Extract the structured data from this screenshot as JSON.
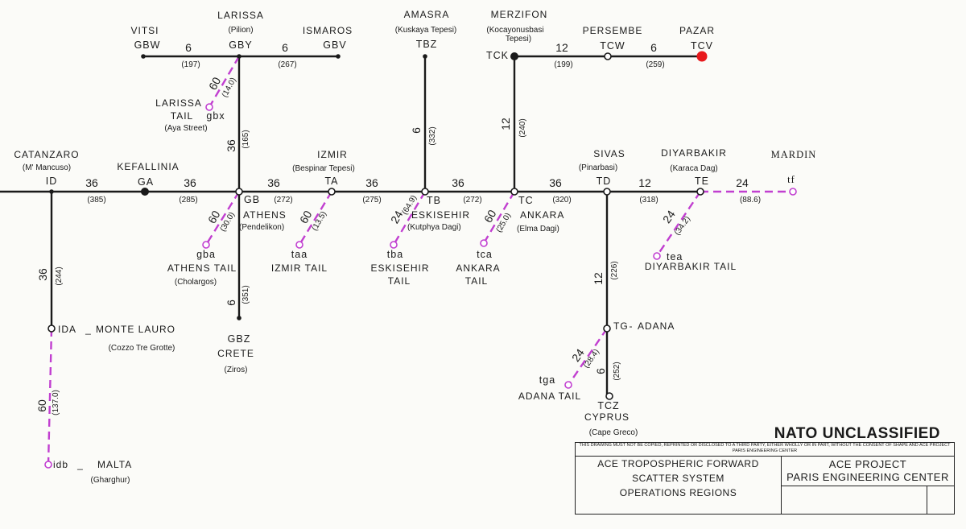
{
  "colors": {
    "trunk": "#1a1a1a",
    "tail": "#c13fd0",
    "highlight": "#e8191c"
  },
  "nodes": {
    "vitsi": {
      "name": "VITSI",
      "code": "GBW"
    },
    "larissa": {
      "name": "LARISSA",
      "sub": "(Pilion)",
      "code": "GBY"
    },
    "ismaros": {
      "name": "ISMAROS",
      "code": "GBV"
    },
    "amasra": {
      "name": "AMASRA",
      "sub": "(Kuskaya Tepesi)",
      "code": "TBZ"
    },
    "merzifon": {
      "name": "MERZIFON",
      "sub": "(Kocayonusbasi",
      "sub2": "Tepesi)",
      "code": "TCK"
    },
    "persembe": {
      "name": "PERSEMBE",
      "code": "TCW"
    },
    "pazar": {
      "name": "PAZAR",
      "code": "TCV"
    },
    "catanzaro": {
      "name": "CATANZARO",
      "sub": "(M' Mancuso)",
      "code": "ID"
    },
    "kefallinia": {
      "name": "KEFALLINIA",
      "code": "GA"
    },
    "athens": {
      "code": "GB",
      "name": "ATHENS",
      "sub": "(Pendelikon)"
    },
    "izmir": {
      "name": "IZMIR",
      "sub": "(Bespinar Tepesi)",
      "code": "TA"
    },
    "eskisehir": {
      "code": "TB",
      "name": "ESKISEHIR",
      "sub": "(Kutphya Dagi)"
    },
    "ankara": {
      "code": "TC",
      "name": "ANKARA",
      "sub": "(Elma Dagi)"
    },
    "sivas": {
      "name": "SIVAS",
      "sub": "(Pinarbasi)",
      "code": "TD"
    },
    "diyarbakir": {
      "name": "DIYARBAKIR",
      "sub": "(Karaca Dag)",
      "code": "TE"
    },
    "mardin": {
      "name": "MARDIN",
      "code": "tf"
    },
    "larissa_tail": {
      "line1": "LARISSA",
      "line2": "TAIL",
      "code": "gbx",
      "sub": "(Aya Street)"
    },
    "athens_tail": {
      "code": "gba",
      "name": "ATHENS TAIL",
      "sub": "(Cholargos)"
    },
    "izmir_tail": {
      "code": "taa",
      "name": "IZMIR TAIL"
    },
    "eskisehir_tail": {
      "code": "tba",
      "line1": "ESKISEHIR",
      "line2": "TAIL"
    },
    "ankara_tail": {
      "code": "tca",
      "line1": "ANKARA",
      "line2": "TAIL"
    },
    "diyarbakir_tail": {
      "code": "tea",
      "name": "DIYARBAKIR TAIL"
    },
    "crete": {
      "code": "GBZ",
      "name": "CRETE",
      "sub": "(Ziros)"
    },
    "monte_lauro": {
      "code": "IDA",
      "name": "MONTE LAURO",
      "sub": "(Cozzo Tre Grotte)"
    },
    "malta": {
      "code": "idb",
      "name": "MALTA",
      "sub": "(Gharghur)"
    },
    "adana": {
      "code": "TG",
      "name": "ADANA"
    },
    "adana_tail": {
      "code": "tga",
      "name": "ADANA TAIL"
    },
    "cyprus": {
      "code": "TCZ",
      "name": "CYPRUS",
      "sub": "(Cape Greco)"
    }
  },
  "links": {
    "gbw_gby": {
      "channels": "6",
      "distance": "(197)"
    },
    "gby_gbv": {
      "channels": "6",
      "distance": "(267)"
    },
    "tck_tcw": {
      "channels": "12",
      "distance": "(199)"
    },
    "tcw_tcv": {
      "channels": "6",
      "distance": "(259)"
    },
    "id_ga": {
      "channels": "36",
      "distance": "(385)"
    },
    "ga_gb": {
      "channels": "36",
      "distance": "(285)"
    },
    "gb_ta": {
      "channels": "36",
      "distance": "(272)"
    },
    "ta_tb": {
      "channels": "36",
      "distance": "(275)"
    },
    "tb_tc": {
      "channels": "36",
      "distance": "(272)"
    },
    "tc_td": {
      "channels": "36",
      "distance": "(320)"
    },
    "td_te": {
      "channels": "12",
      "distance": "(318)"
    },
    "te_tf": {
      "channels": "24",
      "distance": "(88.6)"
    },
    "gby_gb": {
      "channels": "36",
      "distance": "(165)"
    },
    "gby_gbx": {
      "channels": "60",
      "distance": "(14.0)"
    },
    "tbz_tb": {
      "channels": "6",
      "distance": "(332)"
    },
    "tck_tc": {
      "channels": "12",
      "distance": "(240)"
    },
    "gb_gba": {
      "channels": "60",
      "distance": "(30.0)"
    },
    "ta_taa": {
      "channels": "60",
      "distance": "(13.5)"
    },
    "tb_tba": {
      "channels": "24",
      "distance": "(64.9)"
    },
    "tc_tca": {
      "channels": "60",
      "distance": "(25.0)"
    },
    "te_tea": {
      "channels": "24",
      "distance": "(34.2)"
    },
    "gb_gbz": {
      "channels": "6",
      "distance": "(351)"
    },
    "id_ida": {
      "channels": "36",
      "distance": "(244)"
    },
    "ida_idb": {
      "channels": "60",
      "distance": "(137.0)"
    },
    "td_tg": {
      "channels": "12",
      "distance": "(226)"
    },
    "tg_tga": {
      "channels": "24",
      "distance": "(28.4)"
    },
    "tg_tcz": {
      "channels": "6",
      "distance": "(252)"
    }
  },
  "legend": {
    "classification": "NATO UNCLASSIFIED",
    "warning": "THIS DRAWING MUST NOT BE COPIED, REPRINTED OR DISCLOSED TO A THIRD PARTY, EITHER WHOLLY OR IN PART, WITHOUT THE CONSENT OF SHAPE AND ACE PROJECT PARIS ENGINEERING CENTER",
    "title_lines": [
      "ACE TROPOSPHERIC FORWARD",
      "SCATTER SYSTEM",
      "OPERATIONS REGIONS"
    ],
    "org_lines": [
      "ACE PROJECT",
      "PARIS ENGINEERING CENTER"
    ]
  }
}
